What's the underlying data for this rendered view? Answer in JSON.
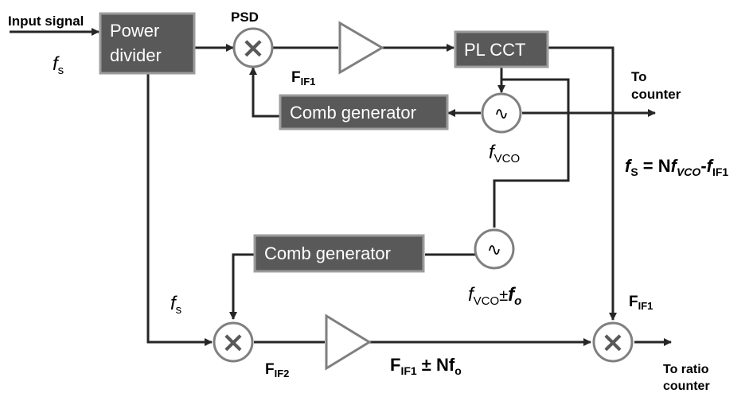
{
  "diagram": {
    "input_label": "Input signal",
    "input_freq": "f",
    "input_freq_sub": "s",
    "power_divider_line1": "Power",
    "power_divider_line2": "divider",
    "psd_label": "PSD",
    "fif1_main": "F",
    "fif1_sub": "IF1",
    "plcct_label": "PL CCT",
    "to_counter_line1": "To",
    "to_counter_line2": "counter",
    "comb_generator_top": "Comb generator",
    "fvco_main": "f",
    "fvco_sub": "VCO",
    "formula_lhs": "f",
    "formula_lhs_sub": "S",
    "formula_eq": " = N",
    "formula_f": "f",
    "formula_vco_sub": "VCO",
    "formula_minus": "-",
    "formula_f2": "f",
    "formula_if1_sub": "IF1",
    "comb_generator_bottom": "Comb generator",
    "fvco_pm_main": "f",
    "fvco_pm_sub": "VCO",
    "fvco_pm_op": "±",
    "fvco_pm_f": "f",
    "fvco_pm_o": "o",
    "fs_lower_main": "f",
    "fs_lower_sub": "s",
    "fif1_right_main": "F",
    "fif1_right_sub": "IF1",
    "fif2_main": "F",
    "fif2_sub": "IF2",
    "fif1nfo_main": "F",
    "fif1nfo_sub": "IF1",
    "fif1nfo_op": " ± Nf",
    "fif1nfo_o": "o",
    "to_ratio_line1": "To ratio",
    "to_ratio_line2": "counter",
    "mixer_symbol": "×",
    "vco_symbol": "∿"
  }
}
